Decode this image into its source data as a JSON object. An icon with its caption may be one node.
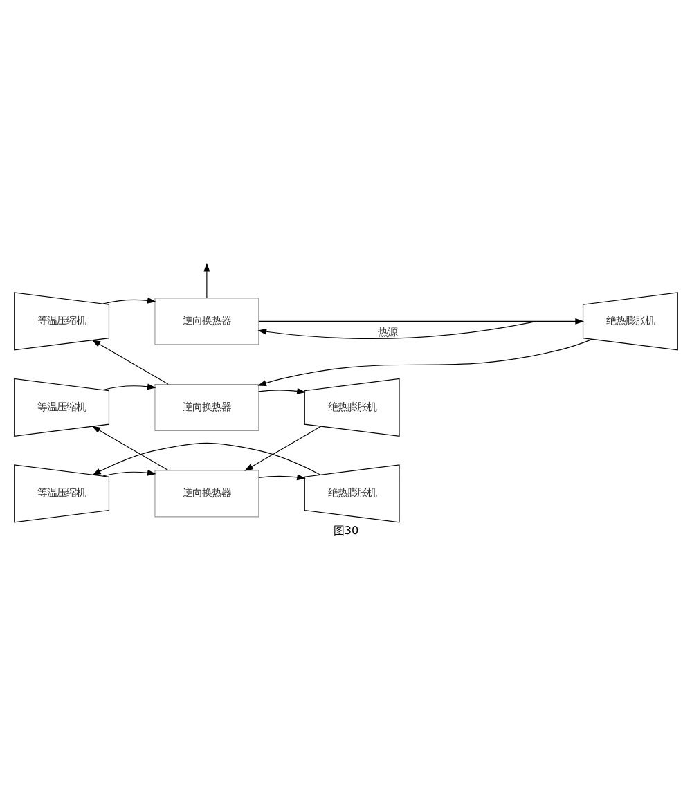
{
  "diagram": {
    "caption": "图30",
    "nodes": [
      {
        "text": [
          "逆向换热器"
        ]
      },
      {
        "text": [
          "等温压缩机"
        ]
      },
      {
        "text": [
          "绝热膨胀机"
        ]
      },
      {
        "text": [
          "逆向换热器"
        ]
      },
      {
        "text": [
          "等温压缩机"
        ]
      },
      {
        "text": [
          "绝热膨胀机"
        ]
      },
      {
        "text": [
          "逆向换热器"
        ]
      },
      {
        "text": [
          "等温压缩机"
        ]
      },
      {
        "text": [
          "绝热膨胀机"
        ]
      }
    ],
    "edges": [
      {
        "from": null,
        "to": 0,
        "arrow": "to",
        "label": "热源"
      },
      {
        "from": 0,
        "to": null,
        "arrow": "to"
      },
      {
        "from": 1,
        "to": 0,
        "arrow": "to"
      },
      {
        "from": 0,
        "to": 2,
        "arrow": "to"
      },
      {
        "from": 2,
        "to": 3,
        "arrow": "to"
      },
      {
        "from": 3,
        "to": 1,
        "arrow": "to"
      },
      {
        "from": 4,
        "to": 3,
        "arrow": "to"
      },
      {
        "from": 3,
        "to": 5,
        "arrow": "to"
      },
      {
        "from": 5,
        "to": 6,
        "arrow": "to"
      },
      {
        "from": 6,
        "to": 4,
        "arrow": "to"
      },
      {
        "from": 7,
        "to": 6,
        "arrow": "to"
      },
      {
        "from": 6,
        "to": 8,
        "arrow": "to"
      },
      {
        "from": 8,
        "to": 7,
        "arrow": "to"
      }
    ]
  }
}
